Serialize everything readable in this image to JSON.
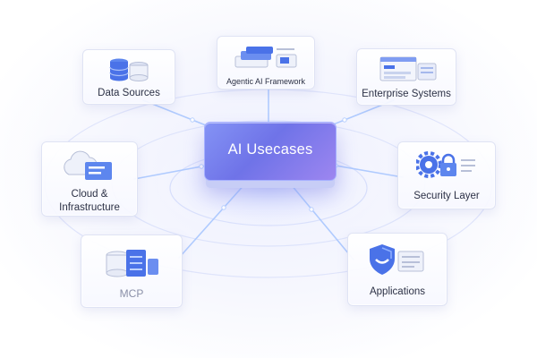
{
  "hub": {
    "label": "AI Usecases"
  },
  "nodes": {
    "data_sources": {
      "label": "Data Sources",
      "icon": "database-icon"
    },
    "agentic_framework": {
      "label": "Agentic AI Framework",
      "icon": "layers-stack-icon"
    },
    "enterprise_systems": {
      "label": "Enterprise Systems",
      "icon": "dashboard-window-icon"
    },
    "cloud_infra": {
      "label_line1": "Cloud &",
      "label_line2": "Infrastructure",
      "icon": "cloud-server-icon"
    },
    "security_layer": {
      "label": "Security Layer",
      "icon": "gear-lock-icon"
    },
    "mcp": {
      "label": "MCP",
      "icon": "database-server-icon"
    },
    "applications": {
      "label": "Applications",
      "icon": "shield-icon"
    }
  },
  "colors": {
    "accent": "#6f73e8",
    "icon_blue": "#4a72e8",
    "line_glow": "#9fc4ff"
  }
}
